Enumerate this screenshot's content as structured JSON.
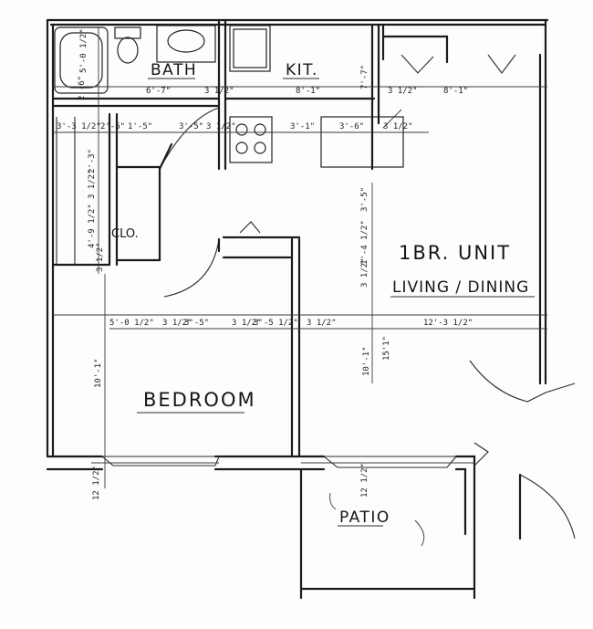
{
  "rooms": {
    "bath": "BATH",
    "kitchen": "KIT.",
    "closet": "CLO.",
    "bedroom": "BEDROOM",
    "unit_title": "1BR. UNIT",
    "living_dining": "LIVING / DINING",
    "patio": "PATIO"
  },
  "dimensions": {
    "bath_width": "6'-7\"",
    "bath_wall": "3 1/2\"",
    "kit_width": "8'-1\"",
    "kit_counter": "7'-7\"",
    "kit_right_wall": "3 1/2\"",
    "entry_width": "8'-1\"",
    "tub_height": "5'-0 1/2\"",
    "tub_left": "2'-6\"",
    "hall_a": "3'-3 1/2\"",
    "hall_b": "1'-5\"",
    "hall_c": "2'-6\"",
    "hall_d": "3'-5\"",
    "hall_e": "3 1/2\"",
    "kit_lower": "3'-1\"",
    "kit_lower_b": "3'-6\"",
    "kit_lower_c": "3 1/2\"",
    "clo_a": "2'-3\"",
    "clo_b": "3 1/2\"",
    "clo_c": "4'-9 1/2\"",
    "clo_d": "3 1/2\"",
    "mid_a": "3'-5\"",
    "mid_b": "1'-4 1/2\"",
    "mid_c": "3 1/2\"",
    "br_a": "5'-0 1/2\"",
    "br_b": "3 1/2\"",
    "br_c": "3'-5\"",
    "br_d": "3 1/2\"",
    "br_e": "3'-5 1/2\"",
    "br_f": "3 1/2\"",
    "living_width": "12'-3 1/2\"",
    "bedroom_height": "10'-1\"",
    "bedroom_height_b": "10'-1\"",
    "living_height": "15'1\"",
    "patio_a": "12 1/2\"",
    "patio_b": "12 1/2\""
  },
  "colors": {
    "ink": "#1b1b1b",
    "paper": "#fdfdfb"
  }
}
